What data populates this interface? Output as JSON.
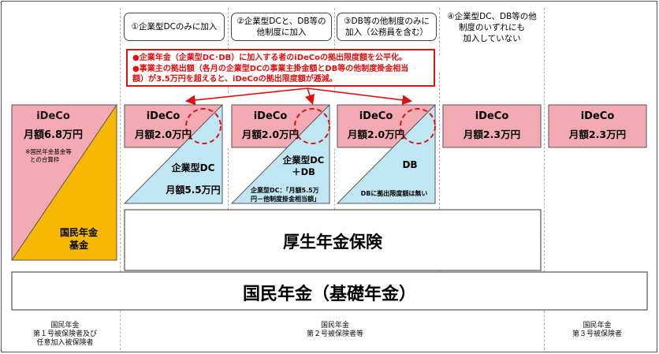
{
  "columns": {
    "c1": "①企業型DCのみに加入",
    "c2_line1": "②企業型DCと、DB等の",
    "c2_line2": "他制度に加入",
    "c3_line1": "③DB等の他制度のみに",
    "c3_line2": "加入（公務員を含む）",
    "c4_line1": "④企業型DC、DB等の他",
    "c4_line2": "制度のいずれにも",
    "c4_line3": "加入していない"
  },
  "note": {
    "line1": "●企業年金（企業型DC･DB）に加入する者のiDeCoの拠出限度額を公平化。",
    "line2": "●事業主の拠出額（各月の企業型DCの事業主掛金額とDB等の他制度掛金相当",
    "line3": "額）が3.5万円を超えると、iDeCoの拠出限度額が逓減。"
  },
  "first_insured": {
    "ideco": "iDeCo",
    "ideco_amount": "月額6.8万円",
    "small_note_1": "※国民年金基金等",
    "small_note_2": "との合算枠",
    "fund_1": "国民年金",
    "fund_2": "基金"
  },
  "col1": {
    "ideco": "iDeCo",
    "ideco_amount": "月額2.0万円",
    "dc": "企業型DC",
    "dc_amount": "月額5.5万円"
  },
  "col2": {
    "ideco": "iDeCo",
    "ideco_amount": "月額2.0万円",
    "dc_1": "企業型DC",
    "dc_2": "＋DB",
    "dc_note_1": "企業型DC：「月額5.5万",
    "dc_note_2": "円－他制度掛金相当額」"
  },
  "col3": {
    "ideco": "iDeCo",
    "ideco_amount": "月額2.0万円",
    "db": "DB",
    "db_note": "DBに拠出限度額は無い"
  },
  "col4": {
    "ideco": "iDeCo",
    "ideco_amount": "月額2.3万円"
  },
  "third_insured": {
    "ideco": "iDeCo",
    "ideco_amount": "月額2.3万円"
  },
  "kosei": "厚生年金保険",
  "kokumin": "国民年金（基礎年金）",
  "footer": {
    "first_1": "国民年金",
    "first_2": "第１号被保険者及び",
    "first_3": "任意加入被保険者",
    "second_1": "国民年金",
    "second_2": "第２号被保険者等",
    "third_1": "国民年金",
    "third_2": "第３号被保険者"
  },
  "colors": {
    "pink": "#f3aab3",
    "light_blue": "#bfe6f2",
    "gold": "#f6b800",
    "red": "#e01010"
  }
}
